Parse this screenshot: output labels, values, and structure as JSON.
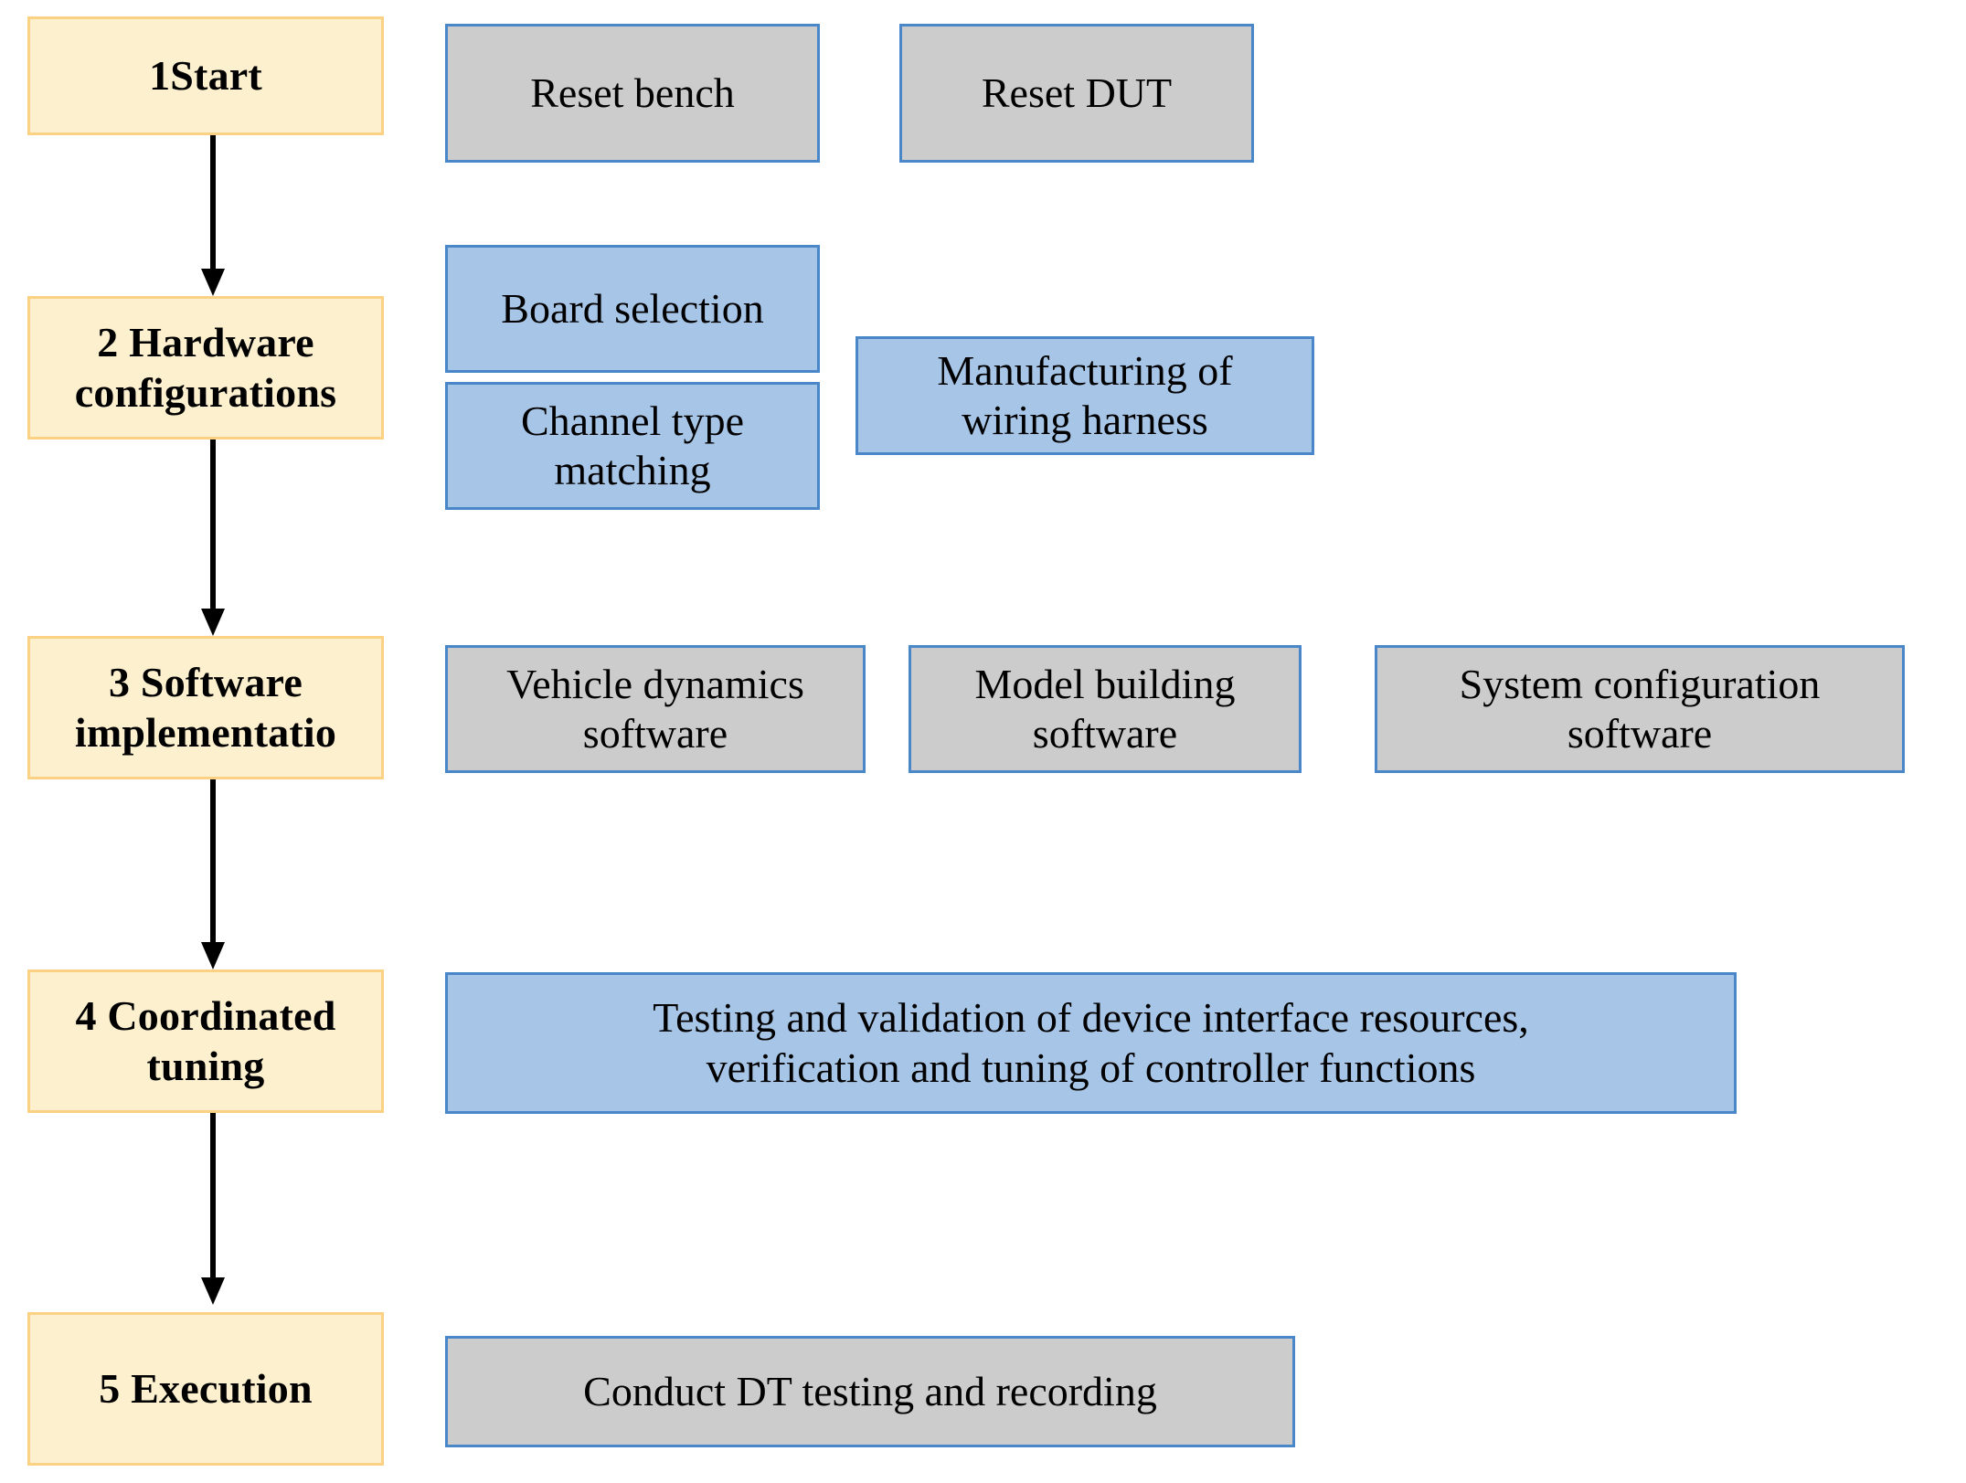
{
  "diagram": {
    "type": "flowchart",
    "title": "",
    "orientation": "vertical-stages-with-horizontal-activities",
    "colors": {
      "stage_fill": "#fdf0ce",
      "stage_border": "#fbd184",
      "blue_fill": "#a7c5e7",
      "blue_border": "#4a87c9",
      "gray_fill": "#cccccc",
      "gray_border": "#4a87c9",
      "arrow": "#000000",
      "text": "#000000",
      "background": "#ffffff"
    },
    "stages": [
      {
        "id": "stage-1",
        "number": "1",
        "label": "1Start"
      },
      {
        "id": "stage-2",
        "number": "2",
        "label": "2 Hardware\nconfigurations"
      },
      {
        "id": "stage-3",
        "number": "3",
        "label": "3 Software\nimplementatio"
      },
      {
        "id": "stage-4",
        "number": "4",
        "label": "4 Coordinated\ntuning"
      },
      {
        "id": "stage-5",
        "number": "5",
        "label": "5 Execution"
      }
    ],
    "activities": [
      {
        "id": "activity-reset-bench",
        "label": "Reset bench",
        "style": "gray",
        "stage": "1"
      },
      {
        "id": "activity-reset-dut",
        "label": "Reset DUT",
        "style": "gray",
        "stage": "1"
      },
      {
        "id": "activity-board-selection",
        "label": "Board selection",
        "style": "blue",
        "stage": "2"
      },
      {
        "id": "activity-channel-type-matching",
        "label": "Channel type\nmatching",
        "style": "blue",
        "stage": "2"
      },
      {
        "id": "activity-manufacturing-wiring-harness",
        "label": "Manufacturing of\nwiring harness",
        "style": "blue",
        "stage": "2"
      },
      {
        "id": "activity-vehicle-dynamics-software",
        "label": "Vehicle dynamics\nsoftware",
        "style": "gray",
        "stage": "3"
      },
      {
        "id": "activity-model-building-software",
        "label": "Model building\nsoftware",
        "style": "gray",
        "stage": "3"
      },
      {
        "id": "activity-system-configuration-software",
        "label": "System configuration\nsoftware",
        "style": "gray",
        "stage": "3"
      },
      {
        "id": "activity-testing-validation",
        "label": "Testing and validation of device interface resources,\nverification and tuning of controller functions",
        "style": "blue",
        "stage": "4"
      },
      {
        "id": "activity-conduct-dt-testing",
        "label": "Conduct DT testing and recording",
        "style": "gray",
        "stage": "5"
      }
    ],
    "connectors": [
      {
        "id": "arrow-1-to-2",
        "from": "stage-1",
        "to": "stage-2",
        "direction": "down"
      },
      {
        "id": "arrow-2-to-3",
        "from": "stage-2",
        "to": "stage-3",
        "direction": "down"
      },
      {
        "id": "arrow-3-to-4",
        "from": "stage-3",
        "to": "stage-4",
        "direction": "down"
      },
      {
        "id": "arrow-4-to-5",
        "from": "stage-4",
        "to": "stage-5",
        "direction": "down"
      }
    ]
  }
}
